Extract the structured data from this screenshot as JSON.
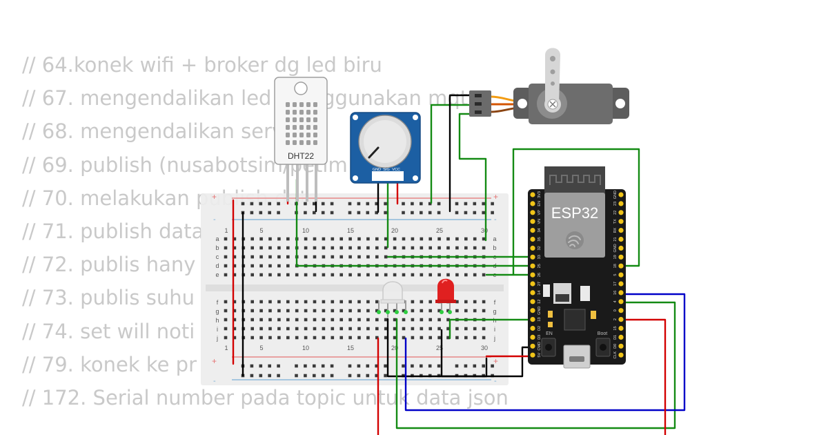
{
  "comments": [
    "// 64.konek wifi + broker dg led biru",
    "// 67. mengendalikan led menggunakan mqtt",
    "// 68. mengendalikan servo",
    "// 69. publish (nusabotsim/petim",
    "// 70. melakukan publish data",
    "// 71. publish data",
    "// 72. publis hany",
    "// 73. publis suhu",
    "// 74. set will noti",
    "// 79. konek ke pr",
    "// 172. Serial number pada topic untuk data json"
  ],
  "dht22": {
    "label": "DHT22"
  },
  "potentiometer": {
    "pins": [
      "GND",
      "SIG",
      "VCC"
    ]
  },
  "esp32": {
    "label": "ESP32",
    "en_label": "EN",
    "boot_label": "Boot",
    "left_pins": [
      "3V3",
      "EN",
      "VP",
      "VN",
      "34",
      "35",
      "32",
      "33",
      "25",
      "26",
      "27",
      "14",
      "12",
      "GND",
      "13",
      "D2",
      "D3",
      "CMD",
      "5V"
    ],
    "right_pins": [
      "GND",
      "23",
      "22",
      "TX",
      "RX",
      "21",
      "GND",
      "19",
      "18",
      "5",
      "17",
      "16",
      "4",
      "0",
      "2",
      "15",
      "D1",
      "D0",
      "CLK"
    ]
  },
  "breadboard": {
    "columns": [
      "1",
      "5",
      "10",
      "15",
      "20",
      "25",
      "30"
    ],
    "rows_top": [
      "a",
      "b",
      "c",
      "d",
      "e"
    ],
    "rows_bottom": [
      "f",
      "g",
      "h",
      "i",
      "j"
    ],
    "rail_plus": "+",
    "rail_minus": "-"
  },
  "colors": {
    "wire_green": "#138a13",
    "wire_black": "#000000",
    "wire_red": "#d30000",
    "wire_blue": "#0000c8",
    "esp_board": "#1a1a1a",
    "pot_board": "#1c5fa3",
    "led_red": "#e02020"
  }
}
